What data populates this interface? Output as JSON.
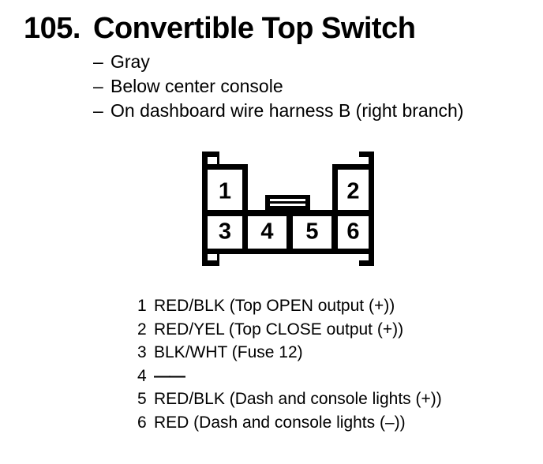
{
  "colors": {
    "ink": "#000000",
    "paper": "#ffffff"
  },
  "heading": {
    "number": "105.",
    "title": "Convertible Top Switch"
  },
  "notes": {
    "bullet": "–",
    "items": [
      "Gray",
      "Below center console",
      "On dashboard wire harness B (right branch)"
    ]
  },
  "connector": {
    "pin_labels": [
      "1",
      "2",
      "3",
      "4",
      "5",
      "6"
    ]
  },
  "pin_list": {
    "rows": [
      {
        "pin": "1",
        "desc": "RED/BLK (Top OPEN output (+))"
      },
      {
        "pin": "2",
        "desc": "RED/YEL (Top CLOSE output (+))"
      },
      {
        "pin": "3",
        "desc": "BLK/WHT (Fuse 12)"
      },
      {
        "pin": "4",
        "desc": "——"
      },
      {
        "pin": "5",
        "desc": "RED/BLK (Dash and console lights (+))"
      },
      {
        "pin": "6",
        "desc": "RED (Dash and console lights (–))"
      }
    ]
  }
}
